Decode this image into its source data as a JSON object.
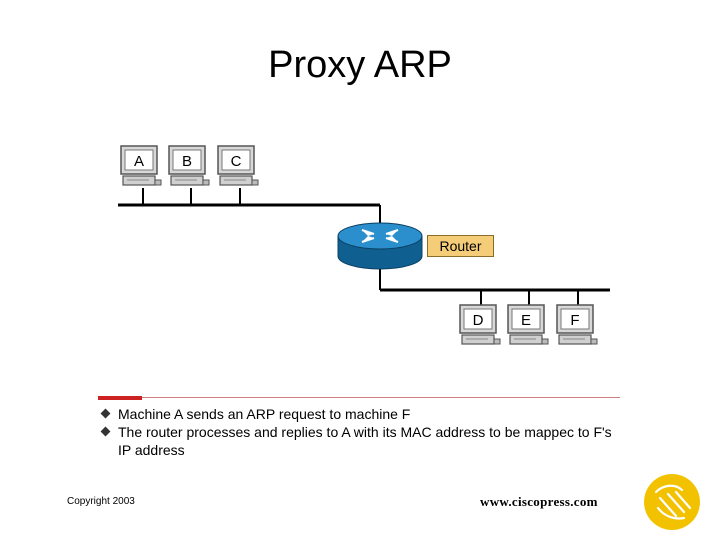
{
  "slide": {
    "title": "Proxy ARP",
    "router_label": "Router",
    "computers_top": [
      "A",
      "B",
      "C"
    ],
    "computers_bottom": [
      "D",
      "E",
      "F"
    ],
    "bullets": [
      "Machine A sends an ARP request to machine F",
      "The router processes and replies to A with its MAC address to be mappec to F's IP address"
    ],
    "copyright": "Copyright 2003",
    "website": "www.ciscopress.com"
  },
  "icons": {
    "bullet": "diamond-bullet-icon",
    "router": "router-icon",
    "computer": "desktop-computer-icon",
    "logo": "cisco-press-logo-icon"
  },
  "colors": {
    "router_fill": "#1e7fb8",
    "router_label_bg": "#f5cc77",
    "accent_red": "#cc2222",
    "logo_yellow": "#f2c200"
  }
}
